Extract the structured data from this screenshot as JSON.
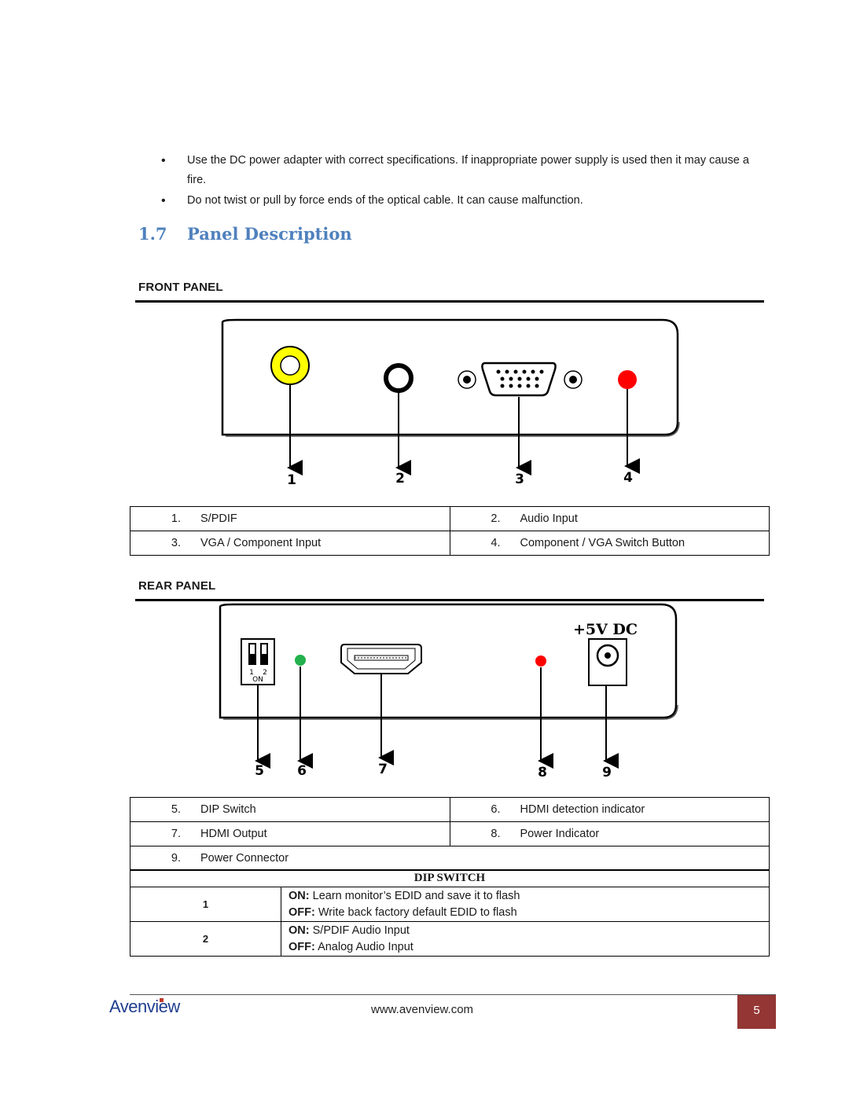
{
  "bullets": [
    "Use the DC power adapter with correct specifications. If inappropriate power supply is used then it may cause a fire.",
    "Do not twist or pull by force ends of the optical cable. It can cause malfunction."
  ],
  "section": {
    "number": "1.7",
    "title": "Panel Description"
  },
  "front_panel": {
    "heading": "FRONT PANEL",
    "callouts": [
      "1",
      "2",
      "3",
      "4"
    ],
    "items": [
      {
        "n": "1.",
        "label": "S/PDIF"
      },
      {
        "n": "2.",
        "label": "Audio Input"
      },
      {
        "n": "3.",
        "label": "VGA / Component Input"
      },
      {
        "n": "4.",
        "label": "Component / VGA Switch Button"
      }
    ]
  },
  "rear_panel": {
    "heading": "REAR PANEL",
    "power_label": "+5V DC",
    "dip_labels": {
      "one": "1",
      "two": "2",
      "on": "ON"
    },
    "callouts": [
      "5",
      "6",
      "7",
      "8",
      "9"
    ],
    "items": [
      {
        "n": "5.",
        "label": "DIP Switch"
      },
      {
        "n": "6.",
        "label": "HDMI detection indicator"
      },
      {
        "n": "7.",
        "label": "HDMI Output"
      },
      {
        "n": "8.",
        "label": "Power Indicator"
      },
      {
        "n": "9.",
        "label": "Power Connector"
      }
    ]
  },
  "dip_switch": {
    "title": "DIP SWITCH",
    "rows": [
      {
        "switch": "1",
        "on_key": "ON:",
        "on_text": "Learn monitor’s EDID and save it to flash",
        "off_key": "OFF:",
        "off_text": "Write back factory default EDID to flash"
      },
      {
        "switch": "2",
        "on_key": "ON:",
        "on_text": "S/PDIF Audio Input",
        "off_key": "OFF:",
        "off_text": "Analog Audio Input"
      }
    ]
  },
  "footer": {
    "logo": "Avenview",
    "url": "www.avenview.com",
    "page": "5"
  },
  "colors": {
    "heading_blue": "#4f81bd",
    "page_box": "#943634",
    "led_red": "#ff0000",
    "led_green": "#22b14c",
    "spdif_yellow": "#ffff00"
  }
}
